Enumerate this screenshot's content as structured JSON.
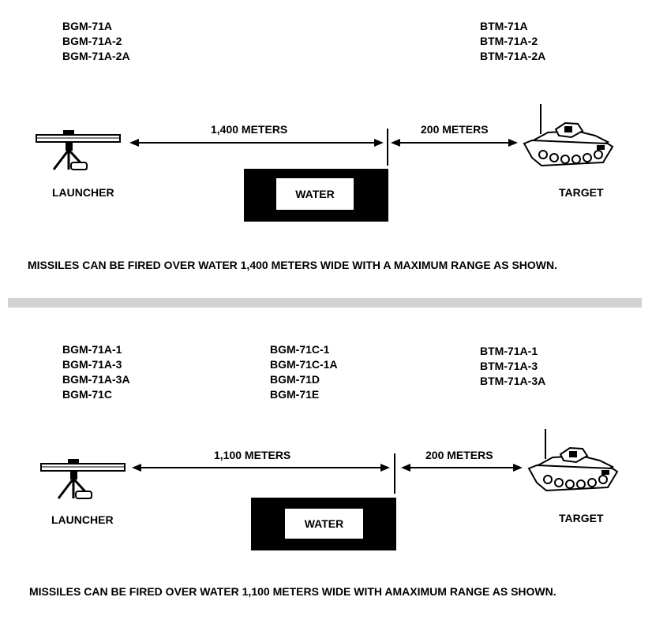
{
  "top": {
    "launcher_models": [
      "BGM-71A",
      "BGM-71A-2",
      "BGM-71A-2A"
    ],
    "target_models": [
      "BTM-71A",
      "BTM-71A-2",
      "BTM-71A-2A"
    ],
    "distance_over_water": "1,400 METERS",
    "distance_to_target": "200 METERS",
    "water_label": "WATER",
    "launcher_label": "LAUNCHER",
    "target_label": "TARGET",
    "caption": "MISSILES CAN BE FIRED OVER WATER 1,400 METERS WIDE WITH A MAXIMUM RANGE AS SHOWN."
  },
  "bottom": {
    "launcher_models": [
      "BGM-71A-1",
      "BGM-71A-3",
      "BGM-71A-3A",
      "BGM-71C"
    ],
    "middle_models": [
      "BGM-71C-1",
      "BGM-71C-1A",
      "BGM-71D",
      "BGM-71E"
    ],
    "target_models": [
      "BTM-71A-1",
      "BTM-71A-3",
      "BTM-71A-3A"
    ],
    "distance_over_water": "1,100 METERS",
    "distance_to_target": "200 METERS",
    "water_label": "WATER",
    "launcher_label": "LAUNCHER",
    "target_label": "TARGET",
    "caption": "MISSILES CAN BE FIRED OVER WATER 1,100 METERS WIDE WITH AMAXIMUM RANGE AS SHOWN."
  },
  "colors": {
    "ink": "#000000",
    "divider": "#d2d2d2",
    "background": "#ffffff"
  }
}
